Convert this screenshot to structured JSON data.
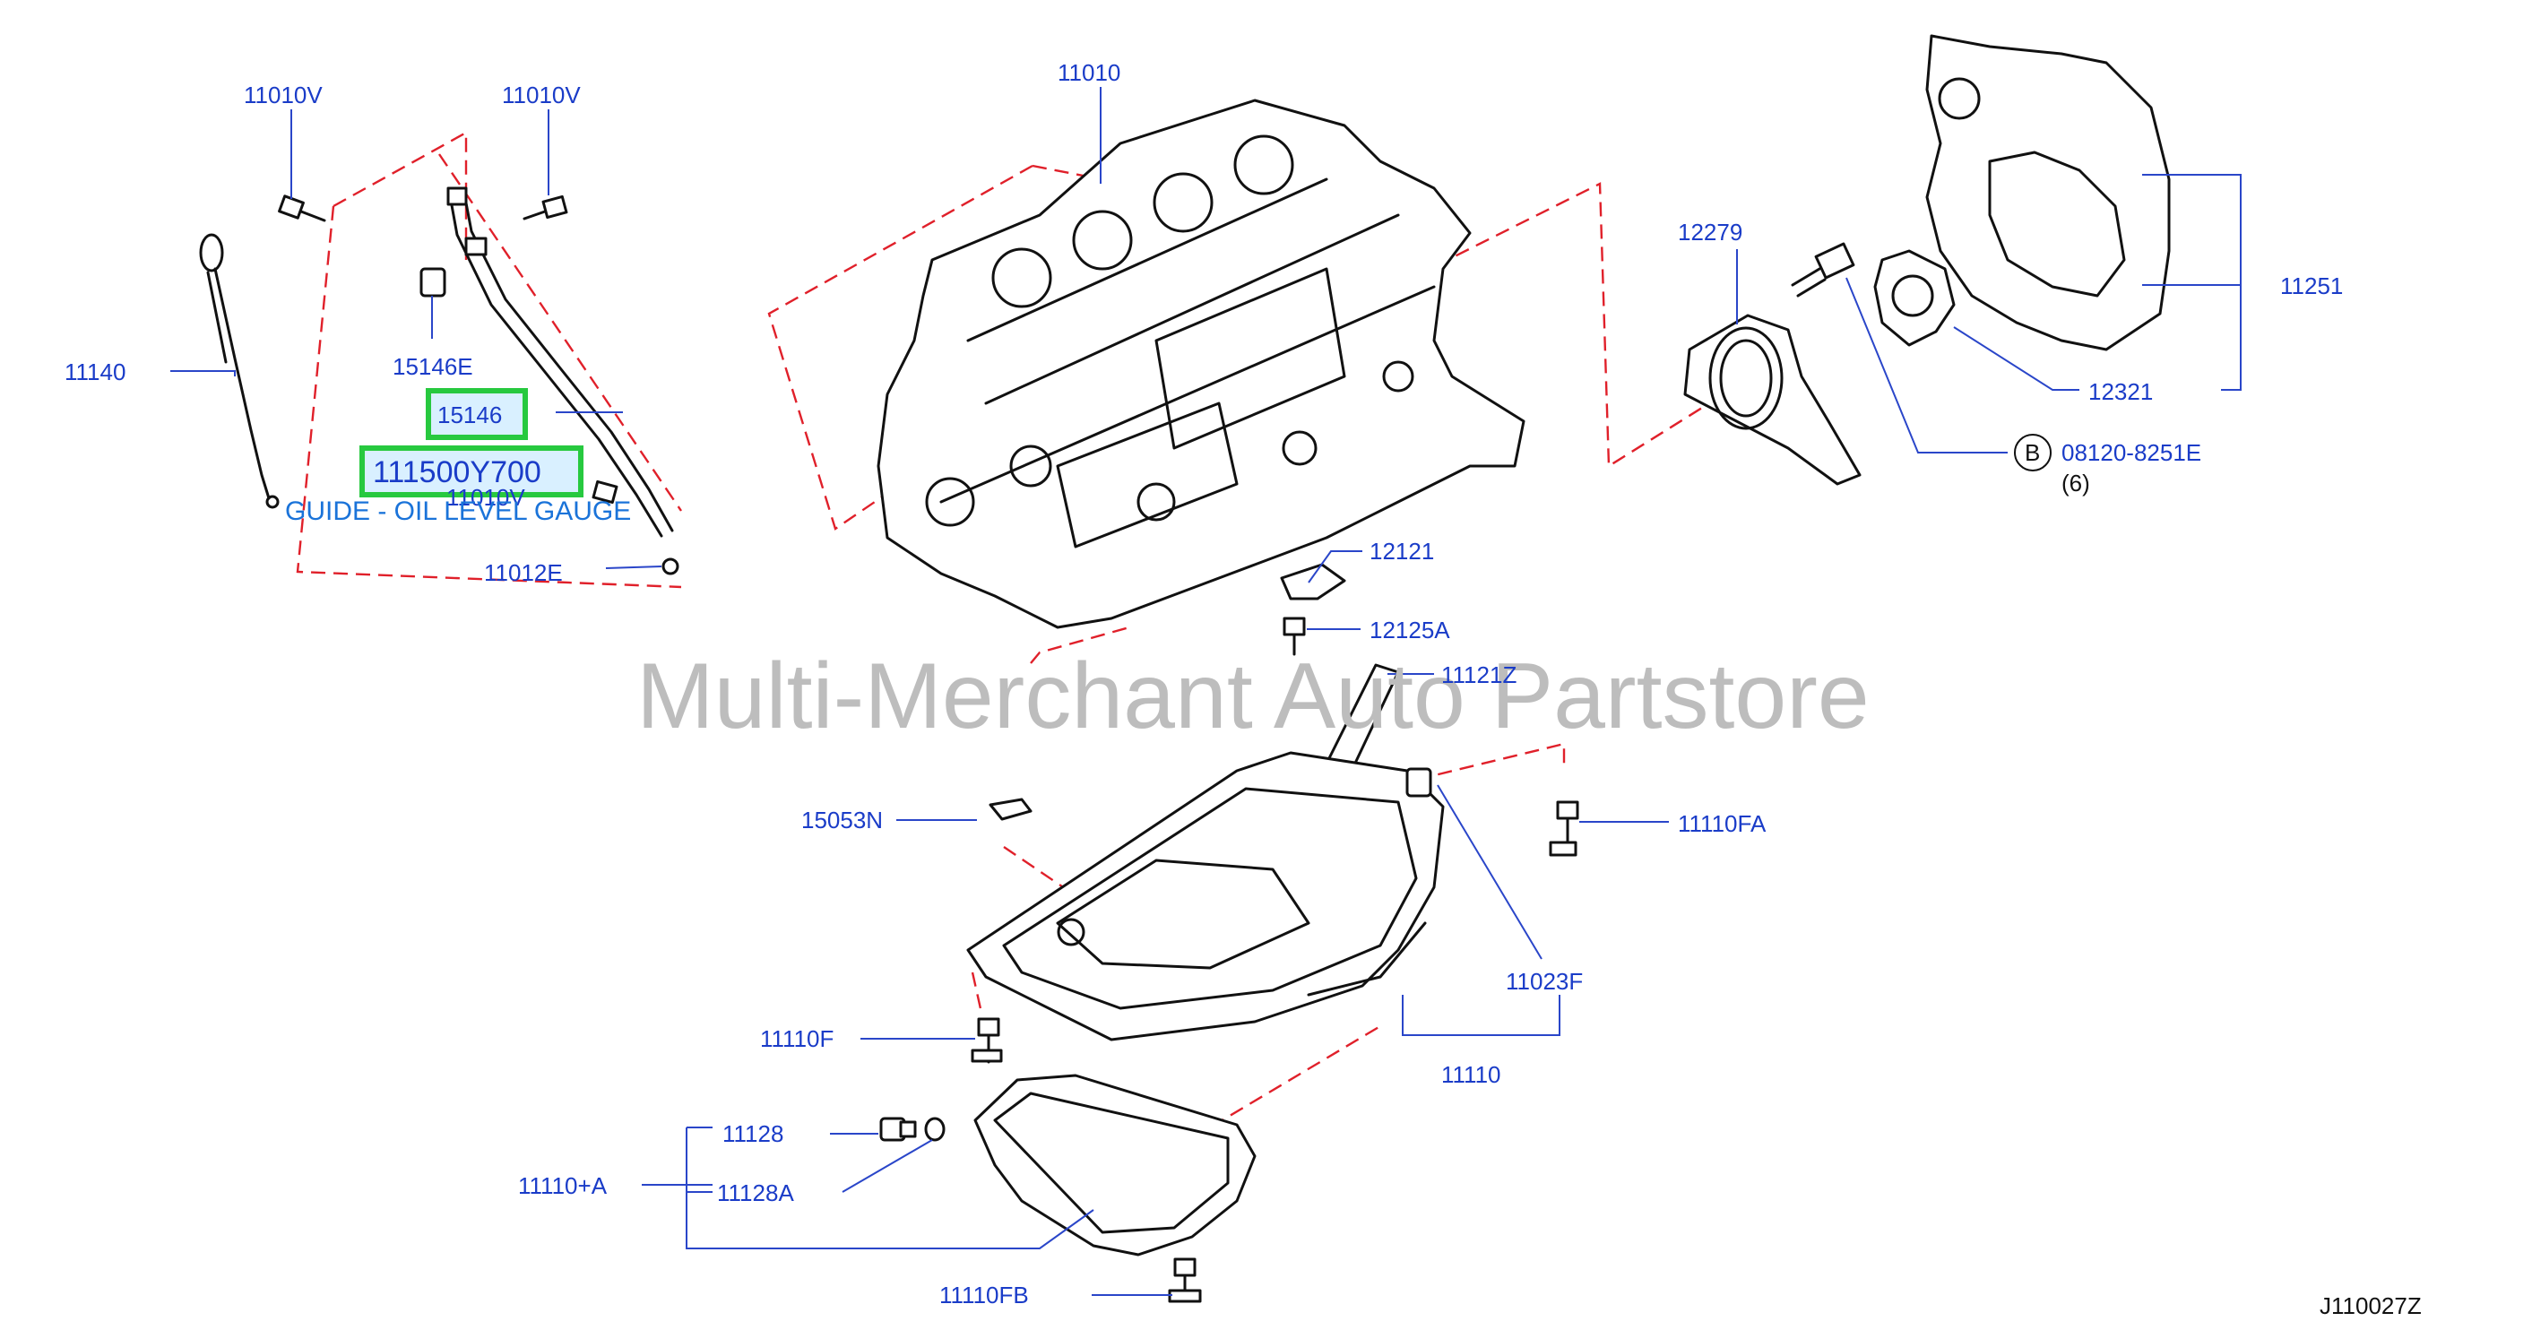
{
  "diagram": {
    "watermark": "Multi-Merchant Auto Partstore",
    "figure_code": "J110027Z",
    "highlight_part": "15146",
    "highlight_number": "111500Y700",
    "guide_caption": "GUIDE - OIL LEVEL GAUGE",
    "callouts": {
      "c11010V_a": "11010V",
      "c11010V_b": "11010V",
      "c11010V_c": "11010V",
      "c11010": "11010",
      "c11140": "11140",
      "c15146E": "15146E",
      "c11012E": "11012E",
      "c12279": "12279",
      "c11251": "11251",
      "c12321": "12321",
      "bolt_circle": "B",
      "bolt_part": "08120-8251E",
      "bolt_qty": "(6)",
      "c12121": "12121",
      "c12125A": "12125A",
      "c11121Z": "11121Z",
      "c15053N": "15053N",
      "c11110FA": "11110FA",
      "c11023F": "11023F",
      "c11110F": "11110F",
      "c11110": "11110",
      "c11128": "11128",
      "c11110plusA": "11110+A",
      "c11128A": "11128A",
      "c11110FB": "11110FB"
    }
  },
  "colors": {
    "label_blue": "#1a3cc8",
    "highlight_green": "#27c93f",
    "highlight_fill": "#d9f0ff",
    "dash_red": "#e0202a",
    "watermark_gray": "#bdbdbd"
  }
}
